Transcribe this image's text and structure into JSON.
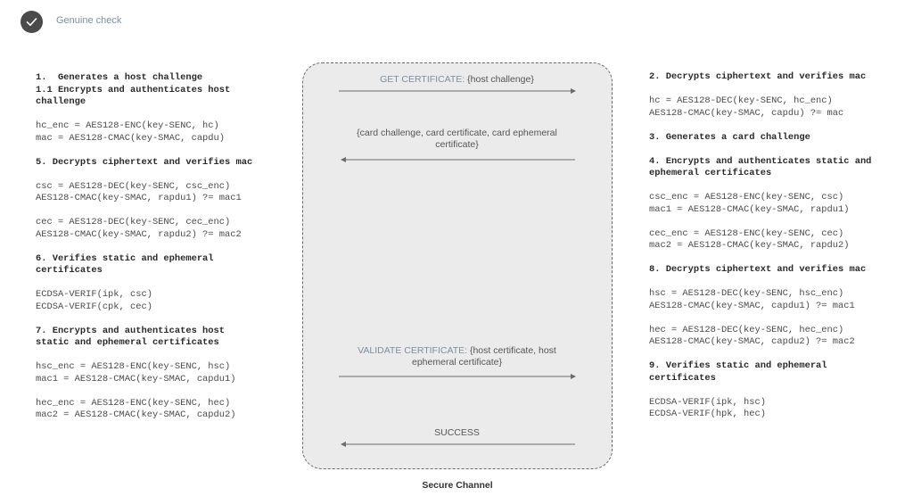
{
  "header": {
    "title": "Genuine check"
  },
  "left_steps": [
    {
      "title": [
        "1.  Generates a host challenge",
        "1.1 Encrypts and authenticates host",
        "challenge"
      ],
      "code": []
    },
    {
      "title": [],
      "code": [
        "hc_enc = AES128-ENC(key-SENC, hc)",
        "mac = AES128-CMAC(key-SMAC, capdu)"
      ]
    },
    {
      "title": [
        "5. Decrypts ciphertext and verifies mac"
      ],
      "code": []
    },
    {
      "title": [],
      "code": [
        "csc = AES128-DEC(key-SENC, csc_enc)",
        "AES128-CMAC(key-SMAC, rapdu1) ?= mac1"
      ]
    },
    {
      "title": [],
      "code": [
        "cec = AES128-DEC(key-SENC, cec_enc)",
        "AES128-CMAC(key-SMAC, rapdu2) ?= mac2"
      ]
    },
    {
      "title": [
        "6. Verifies static and ephemeral",
        "certificates"
      ],
      "code": []
    },
    {
      "title": [],
      "code": [
        "ECDSA-VERIF(ipk, csc)",
        "ECDSA-VERIF(cpk, cec)"
      ]
    },
    {
      "title": [
        "7. Encrypts and authenticates host",
        "static and ephemeral certificates"
      ],
      "code": []
    },
    {
      "title": [],
      "code": [
        "hsc_enc = AES128-ENC(key-SENC, hsc)",
        "mac1 = AES128-CMAC(key-SMAC, capdu1)"
      ]
    },
    {
      "title": [],
      "code": [
        "hec_enc = AES128-ENC(key-SENC, hec)",
        "mac2 = AES128-CMAC(key-SMAC, capdu2)"
      ]
    }
  ],
  "right_steps": [
    {
      "title": [
        "2. Decrypts ciphertext and verifies mac"
      ],
      "code": []
    },
    {
      "title": [],
      "code": [
        "hc = AES128-DEC(key-SENC, hc_enc)",
        "AES128-CMAC(key-SMAC, capdu) ?= mac"
      ]
    },
    {
      "title": [
        "3. Generates a card challenge"
      ],
      "code": []
    },
    {
      "title": [
        "4. Encrypts and authenticates static and",
        "ephemeral certificates"
      ],
      "code": []
    },
    {
      "title": [],
      "code": [
        "csc_enc = AES128-ENC(key-SENC, csc)",
        "mac1 = AES128-CMAC(key-SMAC, rapdu1)"
      ]
    },
    {
      "title": [],
      "code": [
        "cec_enc = AES128-ENC(key-SENC, cec)",
        "mac2 = AES128-CMAC(key-SMAC, rapdu2)"
      ]
    },
    {
      "title": [
        "",
        "8. Decrypts ciphertext and verifies mac"
      ],
      "code": []
    },
    {
      "title": [],
      "code": [
        "hsc = AES128-DEC(key-SENC, hsc_enc)",
        "AES128-CMAC(key-SMAC, capdu1) ?= mac1"
      ]
    },
    {
      "title": [],
      "code": [
        "hec = AES128-DEC(key-SENC, hec_enc)",
        "AES128-CMAC(key-SMAC, capdu2) ?= mac2"
      ]
    },
    {
      "title": [
        "9. Verifies static and ephemeral",
        "certificates"
      ],
      "code": []
    },
    {
      "title": [],
      "code": [
        "ECDSA-VERIF(ipk, hsc)",
        "ECDSA-VERIF(hpk, hec)"
      ]
    }
  ],
  "messages": {
    "get_cert_kw": "GET CERTIFICATE:",
    "get_cert_rest": " {host challenge}",
    "card_response_1": "{card challenge, card certificate, card ephemeral",
    "card_response_2": "certificate}",
    "validate_kw": "VALIDATE CERTIFICATE:",
    "validate_rest_1": " {host certificate, host",
    "validate_rest_2": "ephemeral certificate}",
    "success": "SUCCESS"
  },
  "channel_label": "Secure Channel",
  "colors": {
    "keyword": "#7d8fa3",
    "channel_fill": "#ebebeb",
    "arrow": "#6b6b6b"
  }
}
